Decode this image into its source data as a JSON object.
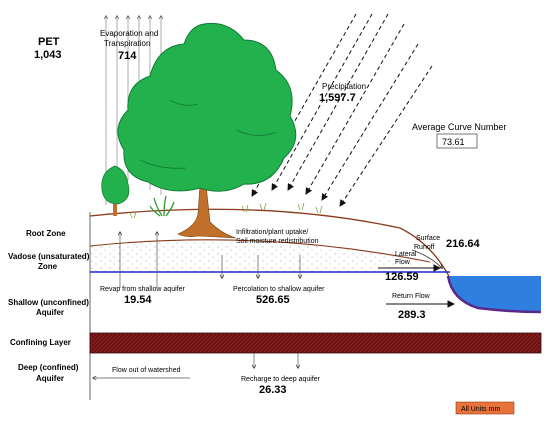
{
  "pet": {
    "label": "PET",
    "value": "1,043"
  },
  "evap": {
    "label_line1": "Evaporation and",
    "label_line2": "Transpiration",
    "value": "714"
  },
  "precip": {
    "label": "Precipitation",
    "value": "1,597.7"
  },
  "curve": {
    "label": "Average Curve Number",
    "value": "73.61"
  },
  "zones": {
    "root": "Root Zone",
    "vadose_line1": "Vadose (unsaturated)",
    "vadose_line2": "Zone",
    "shallow_line1": "Shallow (unconfined)",
    "shallow_line2": "Aquifer",
    "confining": "Confining Layer",
    "deep_line1": "Deep (confined)",
    "deep_line2": "Aquifer"
  },
  "infiltration": {
    "line1": "Infiltration/plant uptake/",
    "line2": "Soil moisture redistribution"
  },
  "surface_runoff": {
    "label_line1": "Surface",
    "label_line2": "Runoff",
    "value": "216.64"
  },
  "lateral_flow": {
    "label_line1": "Lateral",
    "label_line2": "Flow",
    "value": "126.59"
  },
  "return_flow": {
    "label": "Return Flow",
    "value": "289.3"
  },
  "revap": {
    "label": "Revap from shallow aquifer",
    "value": "19.54"
  },
  "percolation": {
    "label": "Percolation to shallow aquifer",
    "value": "526.65"
  },
  "outflow": {
    "label": "Flow out of watershed"
  },
  "recharge": {
    "label": "Recharge to deep aquifer",
    "value": "26.33"
  },
  "units_badge": {
    "label": "All Units mm",
    "color": "#e8743b"
  },
  "colors": {
    "tree": "#22b14c",
    "tree_dark": "#107c34",
    "trunk": "#c0702a",
    "confining": "#6b1212",
    "water": "#2f7fe0",
    "water_table": "#1c2cc8",
    "soil_line": "#8b3a1a"
  }
}
